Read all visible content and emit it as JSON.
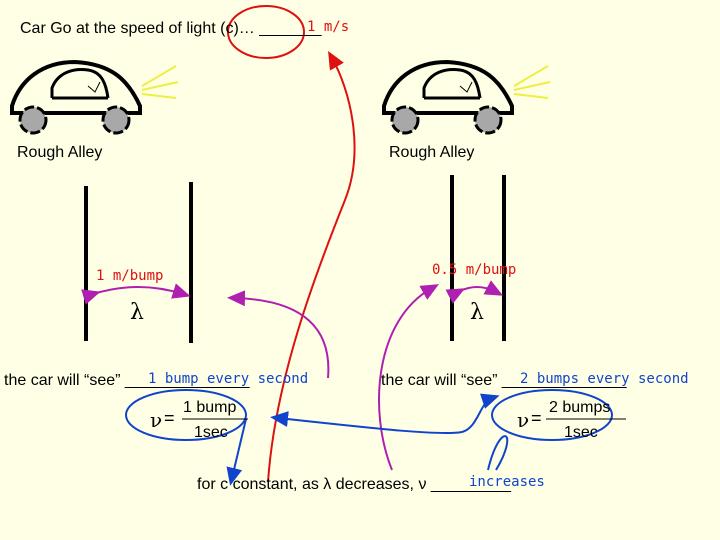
{
  "title": {
    "prefix": "Car Go at the speed of light (c)… ",
    "blank": "_______",
    "answer": "1 m/s"
  },
  "left": {
    "alley_label": "Rough Alley",
    "spacing_label": "1 m/bump",
    "lambda_symbol": "λ",
    "sees_prefix": "the car will “see” ",
    "sees_blank": "______________",
    "sees_answer": "1 bump every second",
    "formula": {
      "nu": "ν",
      "eq": "=",
      "num": "1 bump",
      "den": "1sec"
    }
  },
  "right": {
    "alley_label": "Rough Alley",
    "spacing_label": "0.5 m/bump",
    "lambda_symbol": "λ",
    "sees_prefix": "the car will “see” ",
    "sees_blank": "______________",
    "sees_answer": "2 bumps every second",
    "formula": {
      "nu": "ν",
      "eq": "=",
      "num": "2 bumps",
      "den": "1sec"
    }
  },
  "conclusion": {
    "prefix": "for c constant, as λ decreases, ν ",
    "blank": "_________",
    "answer": "increases"
  },
  "colors": {
    "background": "#FFFFE6",
    "red": "#DD1111",
    "purple": "#B020B0",
    "blue": "#1144CC",
    "wheel": "#A8A8A8",
    "headlight": "#EEEE44"
  }
}
